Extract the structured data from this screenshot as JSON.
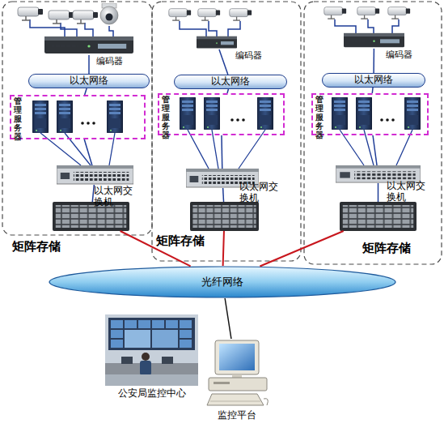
{
  "diagram": {
    "nodes": [
      {
        "text": [
          "编码器"
        ]
      },
      {
        "text": [
          "以太网络"
        ]
      },
      {
        "text": [
          "管理服务器"
        ]
      },
      {
        "text": [
          "以太网交换机"
        ]
      },
      {
        "text": [
          "矩阵存储"
        ]
      },
      {
        "text": [
          "编码器"
        ]
      },
      {
        "text": [
          "以太网络"
        ]
      },
      {
        "text": [
          "管理服务器"
        ]
      },
      {
        "text": [
          "以太网交换机"
        ]
      },
      {
        "text": [
          "矩阵存储"
        ]
      },
      {
        "text": [
          "编码器"
        ]
      },
      {
        "text": [
          "以太网络"
        ]
      },
      {
        "text": [
          "管理服务器"
        ]
      },
      {
        "text": [
          "以太网交换机"
        ]
      },
      {
        "text": [
          "矩阵存储"
        ]
      },
      {
        "text": [
          "光纤网络"
        ]
      },
      {
        "text": [
          "公安局监控中心"
        ]
      },
      {
        "text": [
          "监控平台"
        ]
      }
    ],
    "edges": [
      {
        "from": 0,
        "to": 1,
        "arrow": "none"
      },
      {
        "from": 1,
        "to": 2,
        "arrow": "none"
      },
      {
        "from": 2,
        "to": 3,
        "arrow": "none"
      },
      {
        "from": 3,
        "to": 4,
        "arrow": "none"
      },
      {
        "from": 4,
        "to": 15,
        "arrow": "none"
      },
      {
        "from": 5,
        "to": 6,
        "arrow": "none"
      },
      {
        "from": 6,
        "to": 7,
        "arrow": "none"
      },
      {
        "from": 7,
        "to": 8,
        "arrow": "none"
      },
      {
        "from": 8,
        "to": 9,
        "arrow": "none"
      },
      {
        "from": 9,
        "to": 15,
        "arrow": "none"
      },
      {
        "from": 10,
        "to": 11,
        "arrow": "none"
      },
      {
        "from": 11,
        "to": 12,
        "arrow": "none"
      },
      {
        "from": 12,
        "to": 13,
        "arrow": "none"
      },
      {
        "from": 13,
        "to": 14,
        "arrow": "none"
      },
      {
        "from": 14,
        "to": 15,
        "arrow": "none"
      },
      {
        "from": 15,
        "to": 17,
        "arrow": "none"
      }
    ]
  }
}
